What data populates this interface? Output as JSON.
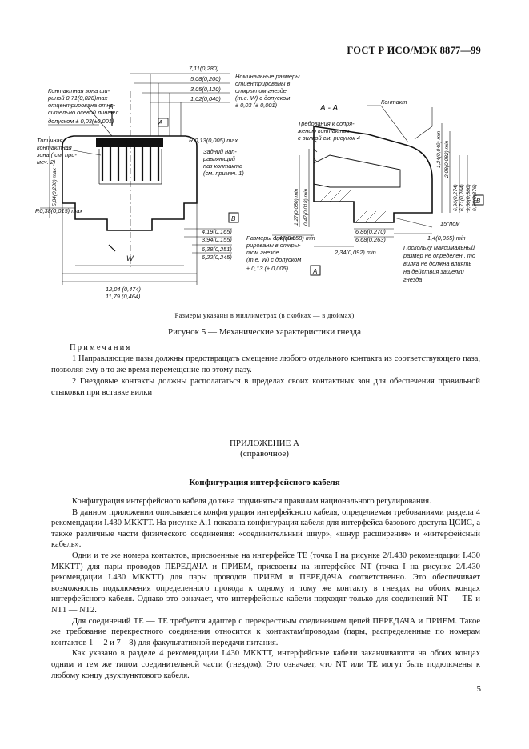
{
  "header": {
    "title": "ГОСТ Р ИСО/МЭК 8877—99"
  },
  "figure": {
    "labels": {
      "d711": "7,11(0,280)",
      "d508": "5,08(0,200)",
      "d305": "3,05(0,120)",
      "d102": "1,02(0,040)",
      "nominal": [
        "Номинальные размеры",
        "отцентрированы в",
        "открытом гнезде",
        "(т.е. W) с допуском",
        "± 0,03 (± 0,001)"
      ],
      "contact_zone": [
        "Контактная зона ши-",
        "риной 0,71(0,028)max",
        "отцентрирована отно-",
        "сительно осевой линии с",
        "допуском ± 0,03(±0,001)"
      ],
      "letter_a": "A",
      "section_aa": "А - А",
      "contact": "Контакт",
      "requirements": [
        "Требования к сопря-",
        "жению контактов",
        "с вилкой см. рисунок 4"
      ],
      "typical_zone": [
        "Типичная",
        "контактная",
        "зона ( см. при-",
        "меч. 2)"
      ],
      "contact_numbers": [
        "1",
        "2",
        "3",
        "4",
        "5",
        "6",
        "7",
        "8"
      ],
      "r013": "R 0,13(0,005) max",
      "rear_guide": [
        "Задний нап-",
        "равляющий",
        "паз контакта",
        "(см. примеч. 1)"
      ],
      "d584": "5,84(0,230) max",
      "r038": "R0,38(0,015) max",
      "d127": "1,27(0,050) min",
      "d047": "0,47(0,018) min",
      "letter_b": "B",
      "d124": "1,24(0,049) min",
      "d208": "2,08(0,082) min",
      "d696": "6,96(0,274)",
      "d671": "6,71(0,264)",
      "d966": "9,66(0,380)",
      "d956": "9,56(0,376)",
      "angle": "15°пом",
      "d147": "1,47(0,058) min",
      "d686": "6,86(0,270)",
      "d668": "6,68(0,263)",
      "d14": "1,4(0,055) min",
      "d419": "4,19(0,165)",
      "d394": "3,94(0,155)",
      "d638": "6,38(0,251)",
      "d622": "6,22(0,245)",
      "center_sizes": [
        "Размеры отцент-",
        "рированы в откры-",
        "том гнезде",
        "(т.е. W) с допуском",
        "± 0,13 (± 0,005)"
      ],
      "d234": "2,34(0,092) min",
      "plug_note": [
        "Поскольку максимальный",
        "размер не определен , то",
        "вилка не должна влиять",
        "на действия защелки",
        "гнезда"
      ],
      "letter_w": "W",
      "d1204": "12,04 (0,474)",
      "d1179": "11,79 (0,464)"
    }
  },
  "figure_note": "Размеры указаны в миллиметрах (в скобках — в дюймах)",
  "figure_caption": "Рисунок 5 — Механические характеристики гнезда",
  "notes": {
    "title": "Примечания",
    "items": [
      "1 Направляющие пазы должны предотвращать смещение любого отдельного контакта из соответствующего паза, позволяя ему в то же время перемещение по этому пазу.",
      "2 Гнездовые контакты должны располагаться в пределах своих контактных зон для обеспечения правильной стыковки при вставке вилки"
    ]
  },
  "appendix": {
    "title": "ПРИЛОЖЕНИЕ А",
    "subtitle": "(справочное)"
  },
  "section_title": "Конфигурация интерфейсного кабеля",
  "paragraphs": [
    "Конфигурация интерфейсного кабеля должна подчиняться правилам национального регулирования.",
    "В данном приложении описывается конфигурация интерфейсного кабеля, определяемая требованиями раздела 4 рекомендации I.430 МККТТ. На рисунке А.1 показана конфигурация кабеля для интерфейса базового доступа ЦСИС, а также различные части физического соединения: «соединительный шнур», «шнур расширения» и «интерфейсный кабель».",
    "Одни и те же номера контактов, присвоенные на интерфейсе ТЕ (точка I на рисунке 2/I.430 рекомендации I.430 МККТТ) для пары проводов ПЕРЕДАЧА и ПРИЕМ, присвоены на интерфейсе NT (точка I на рисунке 2/I.430 рекомендации I.430 МККТТ) для пары проводов ПРИЕМ и ПЕРЕДАЧА соответственно. Это обеспечивает возможность подключения определенного провода к одному и тому же контакту в гнездах на обоих концах интерфейсного кабеля. Однако это означает, что интерфейсные кабели подходят только для соединений NT — ТЕ и NT1 — NT2.",
    "Для соединений ТЕ — ТЕ требуется адаптер с перекрестным соединением цепей ПЕРЕДАЧА и ПРИЕМ. Такое же требование перекрестного соединения относится к контактам/проводам (пары, распределенные по номерам контактов 1 —2 и 7—8) для факультативной передачи питания.",
    "Как указано в разделе 4 рекомендации I.430 МККТТ, интерфейсные кабели заканчиваются на обоих концах одним и тем же типом соединительной части (гнездом). Это означает, что NT или ТЕ могут быть подключены к любому концу двухпунктового кабеля."
  ],
  "page_number": "5"
}
